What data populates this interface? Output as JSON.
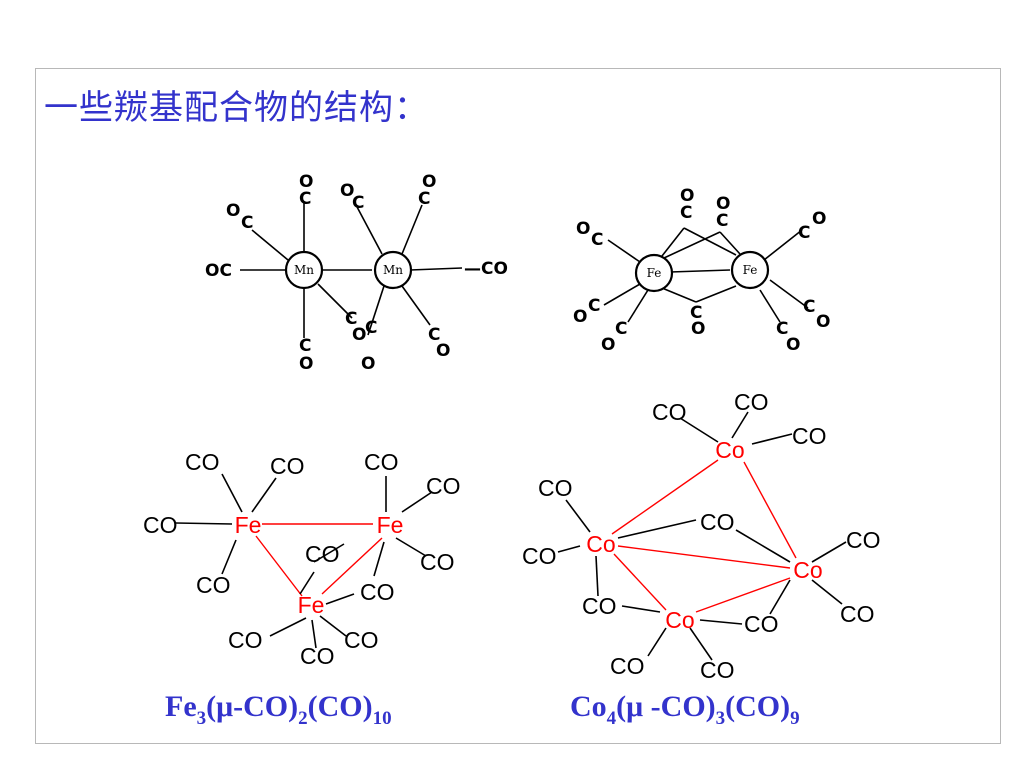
{
  "title": "一些羰基配合物的结构：",
  "diagram": {
    "ligand_label": "CO",
    "metals": {
      "mn": "Mn",
      "fe": "Fe",
      "co": "Co"
    },
    "formula_fe3": {
      "base": "Fe",
      "n1": "3",
      "mid": "(μ-CO)",
      "n2": "2",
      "tail": "(CO)",
      "n3": "10"
    },
    "formula_co4": {
      "base": "Co",
      "n1": "4",
      "mid": "(μ -CO)",
      "n2": "3",
      "tail": "(CO)",
      "n3": "9"
    }
  }
}
